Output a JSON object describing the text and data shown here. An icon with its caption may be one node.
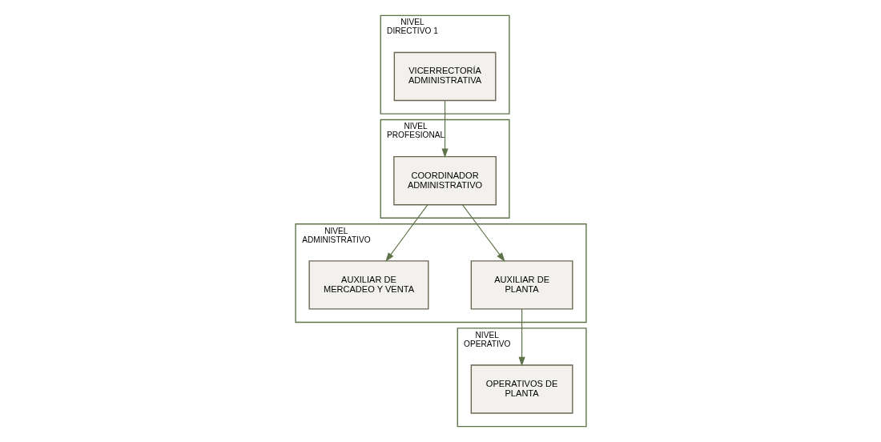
{
  "diagram": {
    "nodes": [
      {
        "text": [
          "NIVEL DIRECTIVO 1"
        ]
      },
      {
        "text": [
          "VICERRECTORÍA ADMINISTRATIVA"
        ],
        "in": 0
      },
      {
        "text": [
          "NIVEL PROFESIONAL"
        ]
      },
      {
        "text": [
          "COORDINADOR ADMINISTRATIVO"
        ],
        "in": 2
      },
      {
        "text": [
          "NIVEL ADMINISTRATIVO"
        ]
      },
      {
        "text": [
          "AUXILIAR DE PLANTA"
        ],
        "in": 4
      },
      {
        "text": [
          "AUXILIAR DE MERCADEO Y VENTA"
        ],
        "in": 4
      },
      {
        "text": [
          "NIVEL OPERATIVO"
        ]
      },
      {
        "text": [
          "OPERATIVOS DE PLANTA"
        ],
        "in": 7
      }
    ],
    "edges": [
      {
        "from": 1,
        "to": 3,
        "arrow": "to"
      },
      {
        "from": 3,
        "to": 5,
        "arrow": "to"
      },
      {
        "from": 3,
        "to": 6,
        "arrow": "to"
      },
      {
        "from": 5,
        "to": 8,
        "arrow": "to"
      }
    ]
  }
}
